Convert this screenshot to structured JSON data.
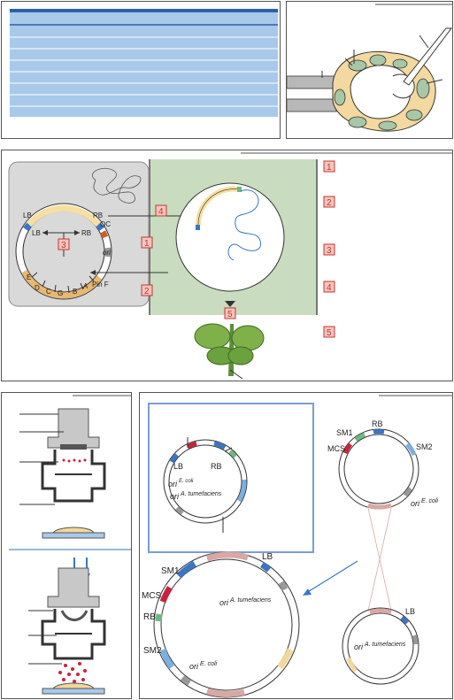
{
  "circle_a": {
    "lb": "LB",
    "rb_outer": "RB",
    "rb_inner": "RB",
    "lb_inner": "LB",
    "oc": "OC",
    "ori": "ori",
    "pin_f": "Pin F",
    "e": "E",
    "d": "D",
    "c": "C",
    "g": "G",
    "b": "B",
    "a": "A"
  },
  "steps": {
    "n1": "1",
    "n2": "2",
    "n3": "3",
    "n4": "4",
    "n5": "5"
  },
  "binary_vector": {
    "lb": "LB",
    "rb": "RB",
    "ori_ecoli": "ori",
    "ori_ecoli_sup": "E. coli",
    "ori_at": "ori",
    "ori_at_sup": "A. tumefaciens"
  },
  "intermediate_vector": {
    "rb": "RB",
    "sm1": "SM1",
    "sm2": "SM2",
    "mcs": "MCS",
    "ori_ecoli": "ori",
    "ori_ecoli_sup": "E. coli"
  },
  "helper_vector": {
    "lb": "LB",
    "ori_at": "ori",
    "ori_at_sup": "A. tumefaciens"
  },
  "cointegrate": {
    "sm1": "SM1",
    "lb": "LB",
    "mcs": "MCS",
    "rb": "RB",
    "sm2": "SM2",
    "ori_at": "ori",
    "ori_at_sup": "A. tumefaciens",
    "ori_ecoli": "ori",
    "ori_ecoli_sup": "E. coli"
  },
  "colors": {
    "table_blue": "#a9c9ea",
    "table_header": "#2e5fa8",
    "green_bg": "#c9dcc0",
    "gray_bg": "#d9d9d9",
    "step_box": "#f6c4c0",
    "tdna_yellow": "#f6dfa0",
    "vir_orange": "#e8b870",
    "blue_mark": "#3a76c4",
    "red_mark": "#c8223a",
    "green_mark": "#6fb784",
    "pink_seg": "#d8a8a4",
    "beige_seg": "#f3d79b"
  }
}
